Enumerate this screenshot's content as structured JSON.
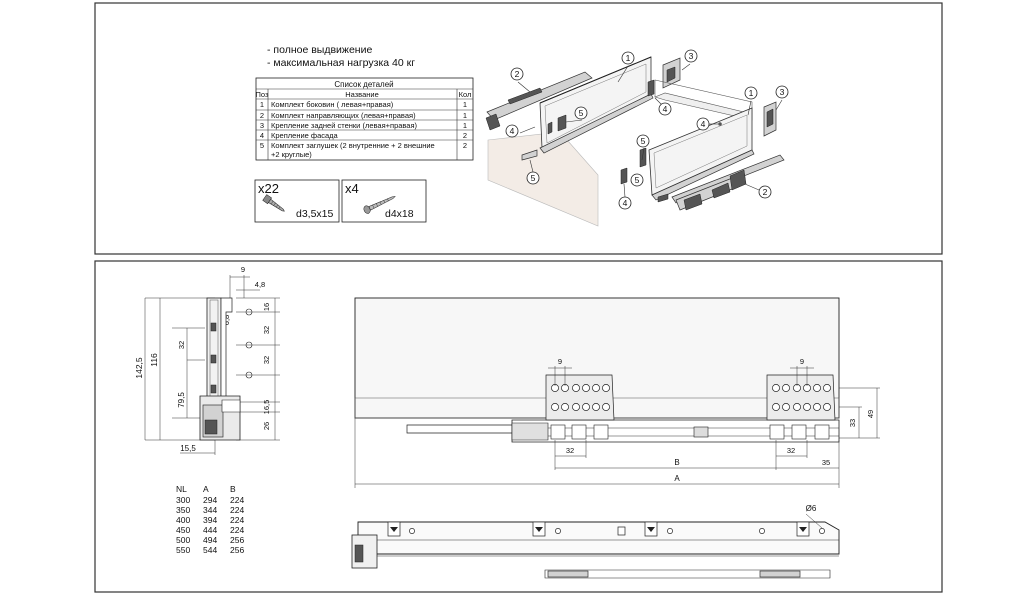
{
  "notes": [
    "- полное выдвижение",
    "- максимальная нагрузка 40 кг"
  ],
  "parts_table": {
    "title": "Список деталей",
    "headers": [
      "Поз",
      "Название",
      "Кол"
    ],
    "rows": [
      {
        "pos": "1",
        "name": "Комплект боковин ( левая+правая)",
        "qty": "1"
      },
      {
        "pos": "2",
        "name": "Комплект направляющих (левая+правая)",
        "qty": "1"
      },
      {
        "pos": "3",
        "name": "Крепление задней стенки (левая+правая)",
        "qty": "1"
      },
      {
        "pos": "4",
        "name": "Крепление фасада",
        "qty": "2"
      },
      {
        "pos": "5",
        "name": "Комплект заглушек (2 внутренние + 2 внешние",
        "name2": "+2 круглые)",
        "qty": "2"
      }
    ]
  },
  "screws": [
    {
      "count": "x22",
      "size": "d3,5x15"
    },
    {
      "count": "x4",
      "size": "d4x18"
    }
  ],
  "callouts": [
    "1",
    "2",
    "3",
    "4",
    "5"
  ],
  "side_dims": [
    "9",
    "4,8",
    "16",
    "6,8",
    "32",
    "32",
    "32",
    "142,5",
    "116",
    "79,5",
    "16,5",
    "26",
    "15,5"
  ],
  "front_dims": [
    "9",
    "9",
    "32",
    "32",
    "35",
    "B",
    "A",
    "33",
    "49"
  ],
  "size_table": {
    "headers": [
      "NL",
      "A",
      "B"
    ],
    "rows": [
      [
        "300",
        "294",
        "224"
      ],
      [
        "350",
        "344",
        "224"
      ],
      [
        "400",
        "394",
        "224"
      ],
      [
        "450",
        "444",
        "224"
      ],
      [
        "500",
        "494",
        "256"
      ],
      [
        "550",
        "544",
        "256"
      ]
    ]
  },
  "hole_label": "Ø6"
}
